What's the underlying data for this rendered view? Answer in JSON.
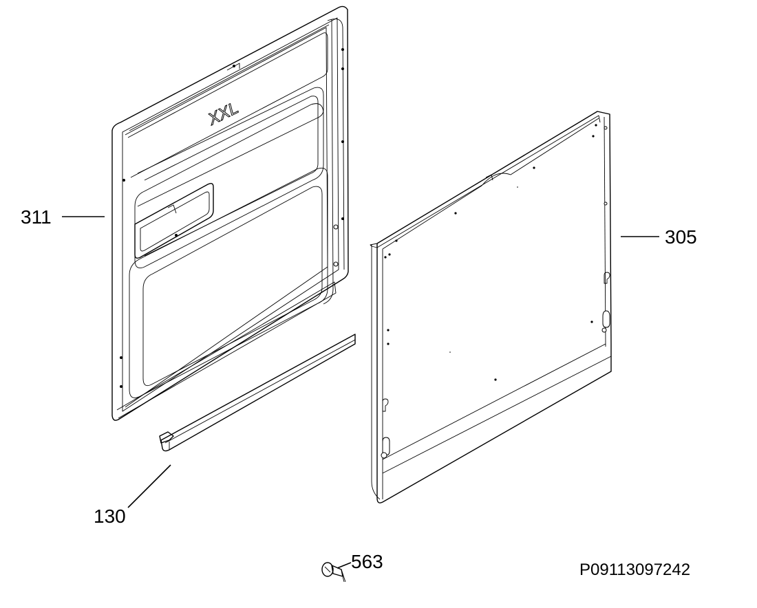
{
  "callouts": {
    "p311": "311",
    "p305": "305",
    "p130": "130",
    "p563": "563"
  },
  "drawing_code": "P09113097242",
  "embossed_logo": "XXL"
}
